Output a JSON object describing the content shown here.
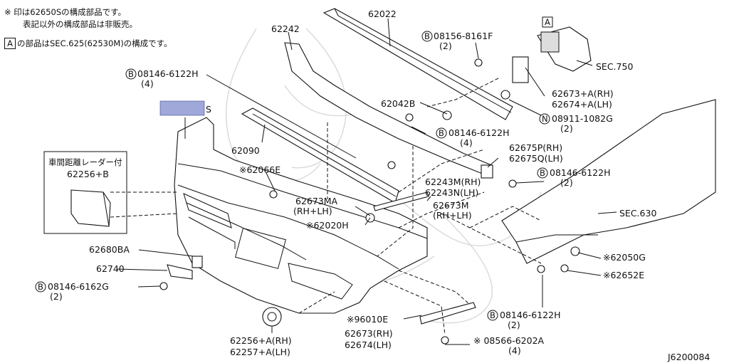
{
  "notes": {
    "line1": "※ 印は62650Sの構成部品です。",
    "line2": "表記以外の構成部品は非販売。",
    "line3": "の部品はSEC.625(62530M)の構成です。",
    "box_letter": "A"
  },
  "inset": {
    "title": "車間距離レーダー付",
    "part": "62256+B"
  },
  "labels": {
    "p62022": "62022",
    "p62242": "62242",
    "b08156_num": "08156-8161F",
    "b08156_qty": "(2)",
    "a_box": "A",
    "sec750": "SEC.750",
    "b08146_top_num": "08146-6122H",
    "b08146_top_qty": "(4)",
    "p62673a_rh": "62673+A(RH)",
    "p62674a_lh": "62674+A(LH)",
    "p62042b": "62042B",
    "n08911_num": "08911-1082G",
    "n08911_qty": "(2)",
    "b08146_mid_num": "08146-6122H",
    "b08146_mid_qty": "(4)",
    "p62090": "62090",
    "p62675p": "62675P(RH)",
    "p62675q": "62675Q(LH)",
    "p62066e": "※62066E",
    "p62243m": "62243M(RH)",
    "p62243n": "62243N(LH)",
    "b08146_right_num": "08146-6122H",
    "b08146_right_qty": "(2)",
    "p62673ma": "62673MA",
    "p62673ma_side": "(RH+LH)",
    "p62673m": "62673M",
    "p62673m_side": "(RH+LH)",
    "sec630": "SEC.630",
    "p62020h": "※62020H",
    "p62680ba": "62680BA",
    "p62740": "62740",
    "p62050g": "※62050G",
    "p62652e": "※62652E",
    "b08146_left_num": "08146-6162G",
    "b08146_left_qty": "(2)",
    "p96010e": "※96010E",
    "b08146_bot_num": "08146-6122H",
    "b08146_bot_qty": "(2)",
    "p62673rh": "62673(RH)",
    "p62674lh": "62674(LH)",
    "s08566_num": "※ 08566-6202A",
    "s08566_qty": "(4)",
    "p62256a": "62256+A(RH)",
    "p62257a": "62257+A(LH)",
    "catalog_code": "J6200084"
  },
  "circle_prefixes": {
    "bolt": "B",
    "nut": "N",
    "screw": "S"
  }
}
